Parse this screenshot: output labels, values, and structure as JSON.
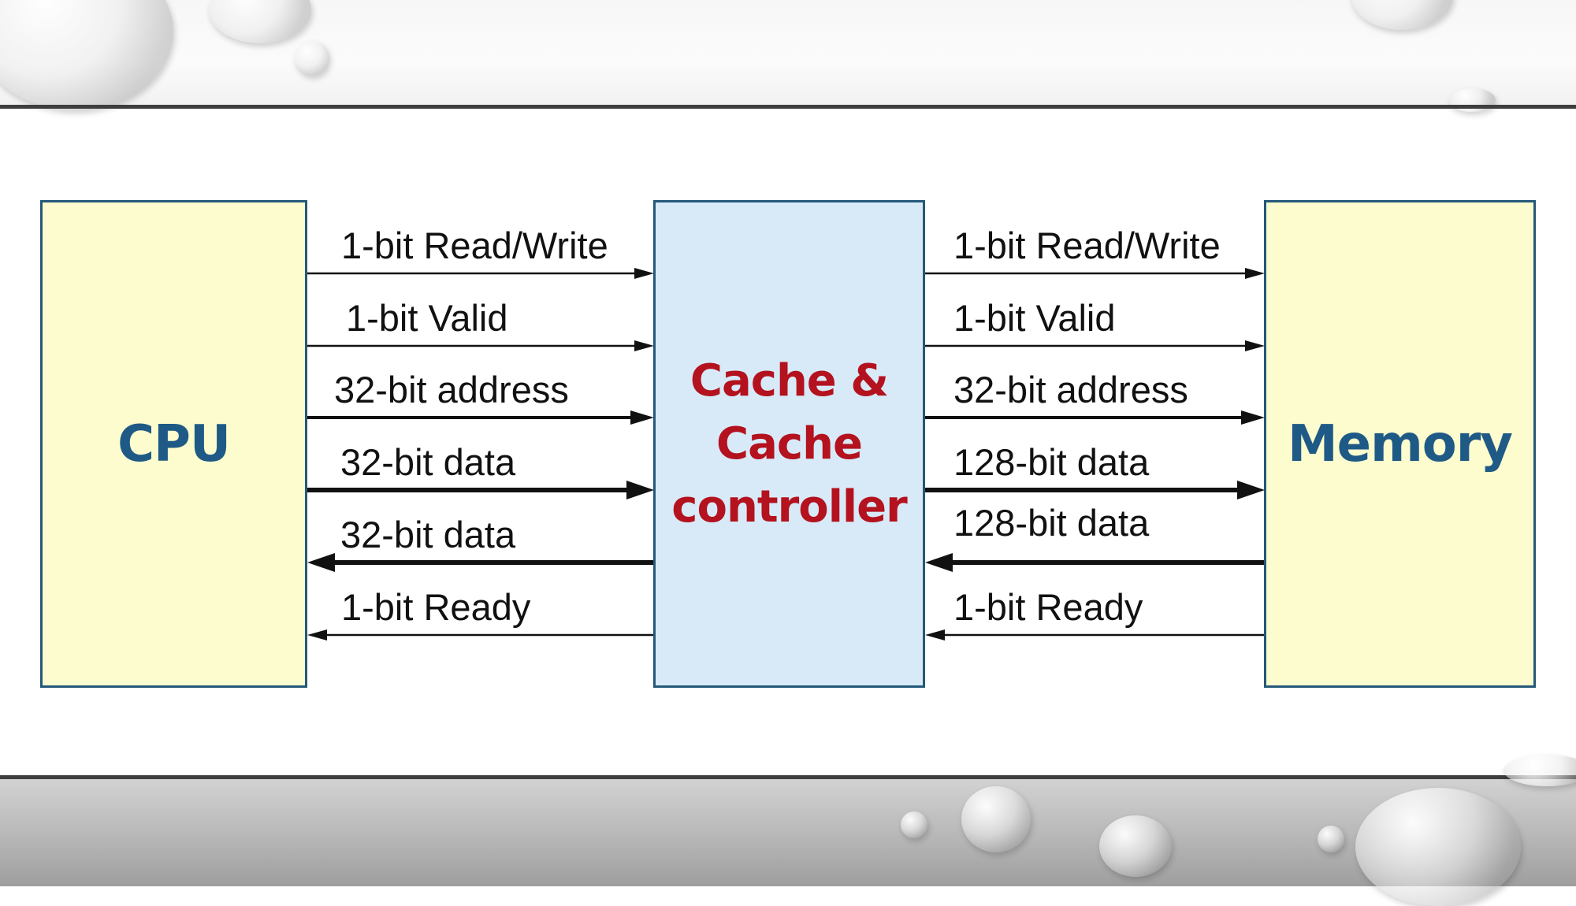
{
  "boxes": {
    "cpu": "CPU",
    "cache_line1": "Cache &",
    "cache_line2": "Cache",
    "cache_line3": "controller",
    "memory": "Memory"
  },
  "cpu_to_cache_signals": [
    "1-bit Read/Write",
    "1-bit Valid",
    "32-bit address",
    "32-bit data"
  ],
  "cache_to_cpu_signals": [
    "32-bit data",
    "1-bit Ready"
  ],
  "cache_to_memory_signals": [
    "1-bit Read/Write",
    "1-bit Valid",
    "32-bit address",
    "128-bit data"
  ],
  "memory_to_cache_signals": [
    "128-bit data",
    "1-bit Ready"
  ],
  "colors": {
    "box_border": "#24597a",
    "cpu_memory_fill": "#fcfcce",
    "cache_fill": "#d8eaf8",
    "cpu_memory_text": "#1f5a86",
    "cache_text": "#b3121e"
  }
}
